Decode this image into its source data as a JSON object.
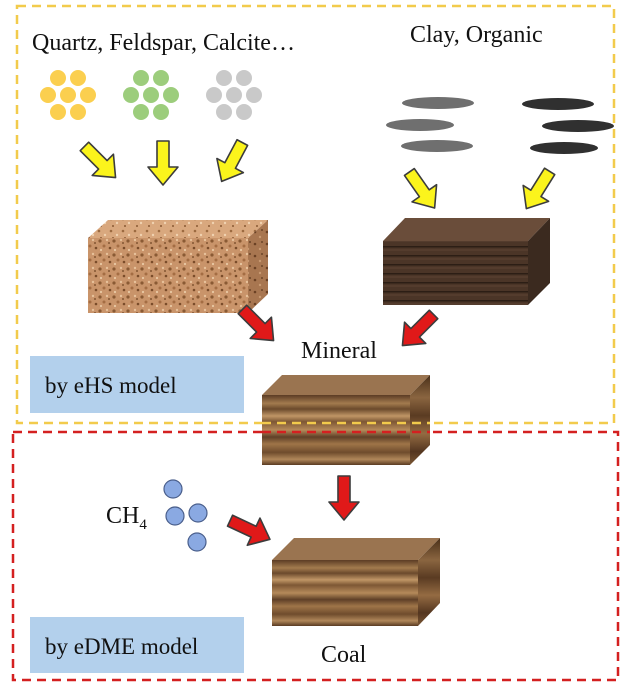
{
  "labels": {
    "minerals": "Quartz, Feldspar, Calcite…",
    "clay": "Clay, Organic",
    "mineral": "Mineral",
    "coal": "Coal",
    "ch4_main": "CH",
    "ch4_sub": "4"
  },
  "models": {
    "ehs": "by eHS model",
    "edme": "by eDME model"
  },
  "colors": {
    "ehs_border": "#f2cb4c",
    "edme_border": "#d42020",
    "model_box": "#b3d0ec",
    "arrow_yellow": "#fbf41c",
    "arrow_red": "#e01919",
    "quartz": "#fbcf4f",
    "feldspar": "#9ccd7c",
    "calcite": "#c9c9c9",
    "methane": "#8aa9e2"
  }
}
